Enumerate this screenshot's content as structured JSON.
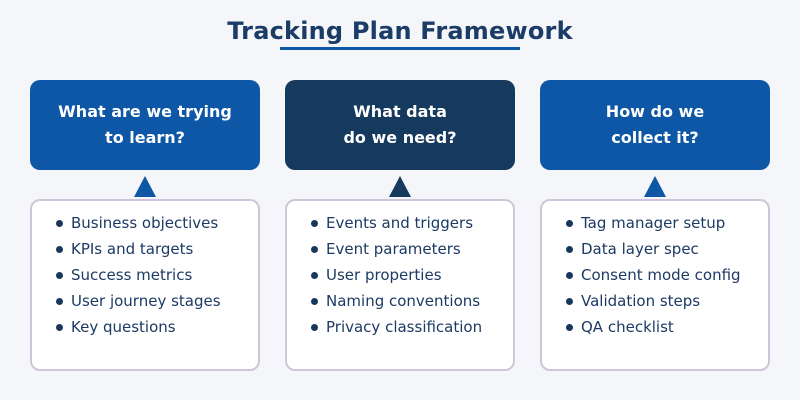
{
  "title": "Tracking Plan Framework",
  "colors": {
    "background": "#f4f6f9",
    "title_text": "#1b3c66",
    "accent_blue": "#0d57a6",
    "dark_navy": "#16395e",
    "list_border": "#cfc5d9",
    "list_bg": "#ffffff",
    "list_text": "#1c3a64",
    "bullet": "#17375f",
    "header_text": "#ffffff"
  },
  "columns": [
    {
      "theme": "blue",
      "question_line1": "What are we trying",
      "question_line2": "to learn?",
      "items": [
        "Business objectives",
        "KPIs and targets",
        "Success metrics",
        "User journey stages",
        "Key questions"
      ]
    },
    {
      "theme": "navy",
      "question_line1": "What data",
      "question_line2": "do we need?",
      "items": [
        "Events and triggers",
        "Event parameters",
        "User properties",
        "Naming conventions",
        "Privacy classification"
      ]
    },
    {
      "theme": "blue",
      "question_line1": "How do we",
      "question_line2": "collect it?",
      "items": [
        "Tag manager setup",
        "Data layer spec",
        "Consent mode config",
        "Validation steps",
        "QA checklist"
      ]
    }
  ]
}
